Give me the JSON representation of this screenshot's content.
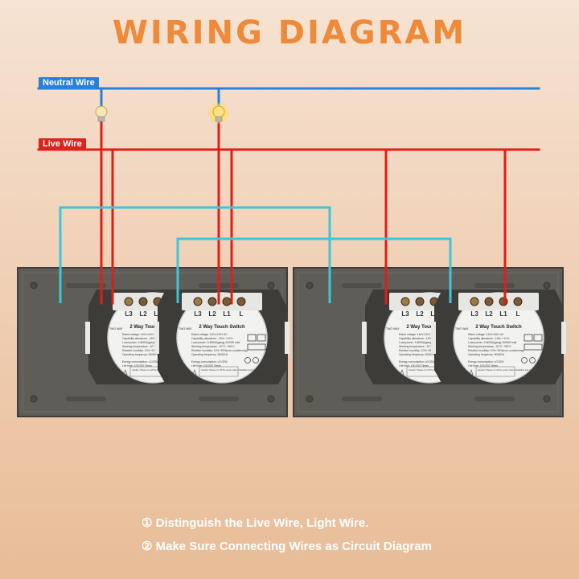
{
  "title": "WIRING DIAGRAM",
  "wires": {
    "neutral_label": "Neutral Wire",
    "live_label": "Live Wire",
    "neutral_color": "#2a7fd8",
    "live_color": "#e01d17",
    "traveler_color": "#3cc6d8"
  },
  "switch": {
    "terminals": [
      "L3",
      "L2",
      "L1",
      "L"
    ],
    "name": "2 Way Touch Switch",
    "specs": [
      "Rated voltage: 110V-240V AC",
      "Capability allowance: -15%~+10%",
      "Load power: 3-800W(gang),2000W total",
      "Working temperature: -20°C~+55°C",
      "Relative humidity: 10%~93%(non-condensing)",
      "Operating frequency: 50/60Hz",
      "Energy consumption: ≤0.02W",
      "Life time: 100,000 Times"
    ],
    "caution": "Caution: Please cut off the power when installation and uninstallation",
    "brand": "TWO WAY"
  },
  "notes": [
    "① Distinguish the Live Wire, Light Wire.",
    "② Make Sure Connecting Wires as Circuit Diagram"
  ]
}
